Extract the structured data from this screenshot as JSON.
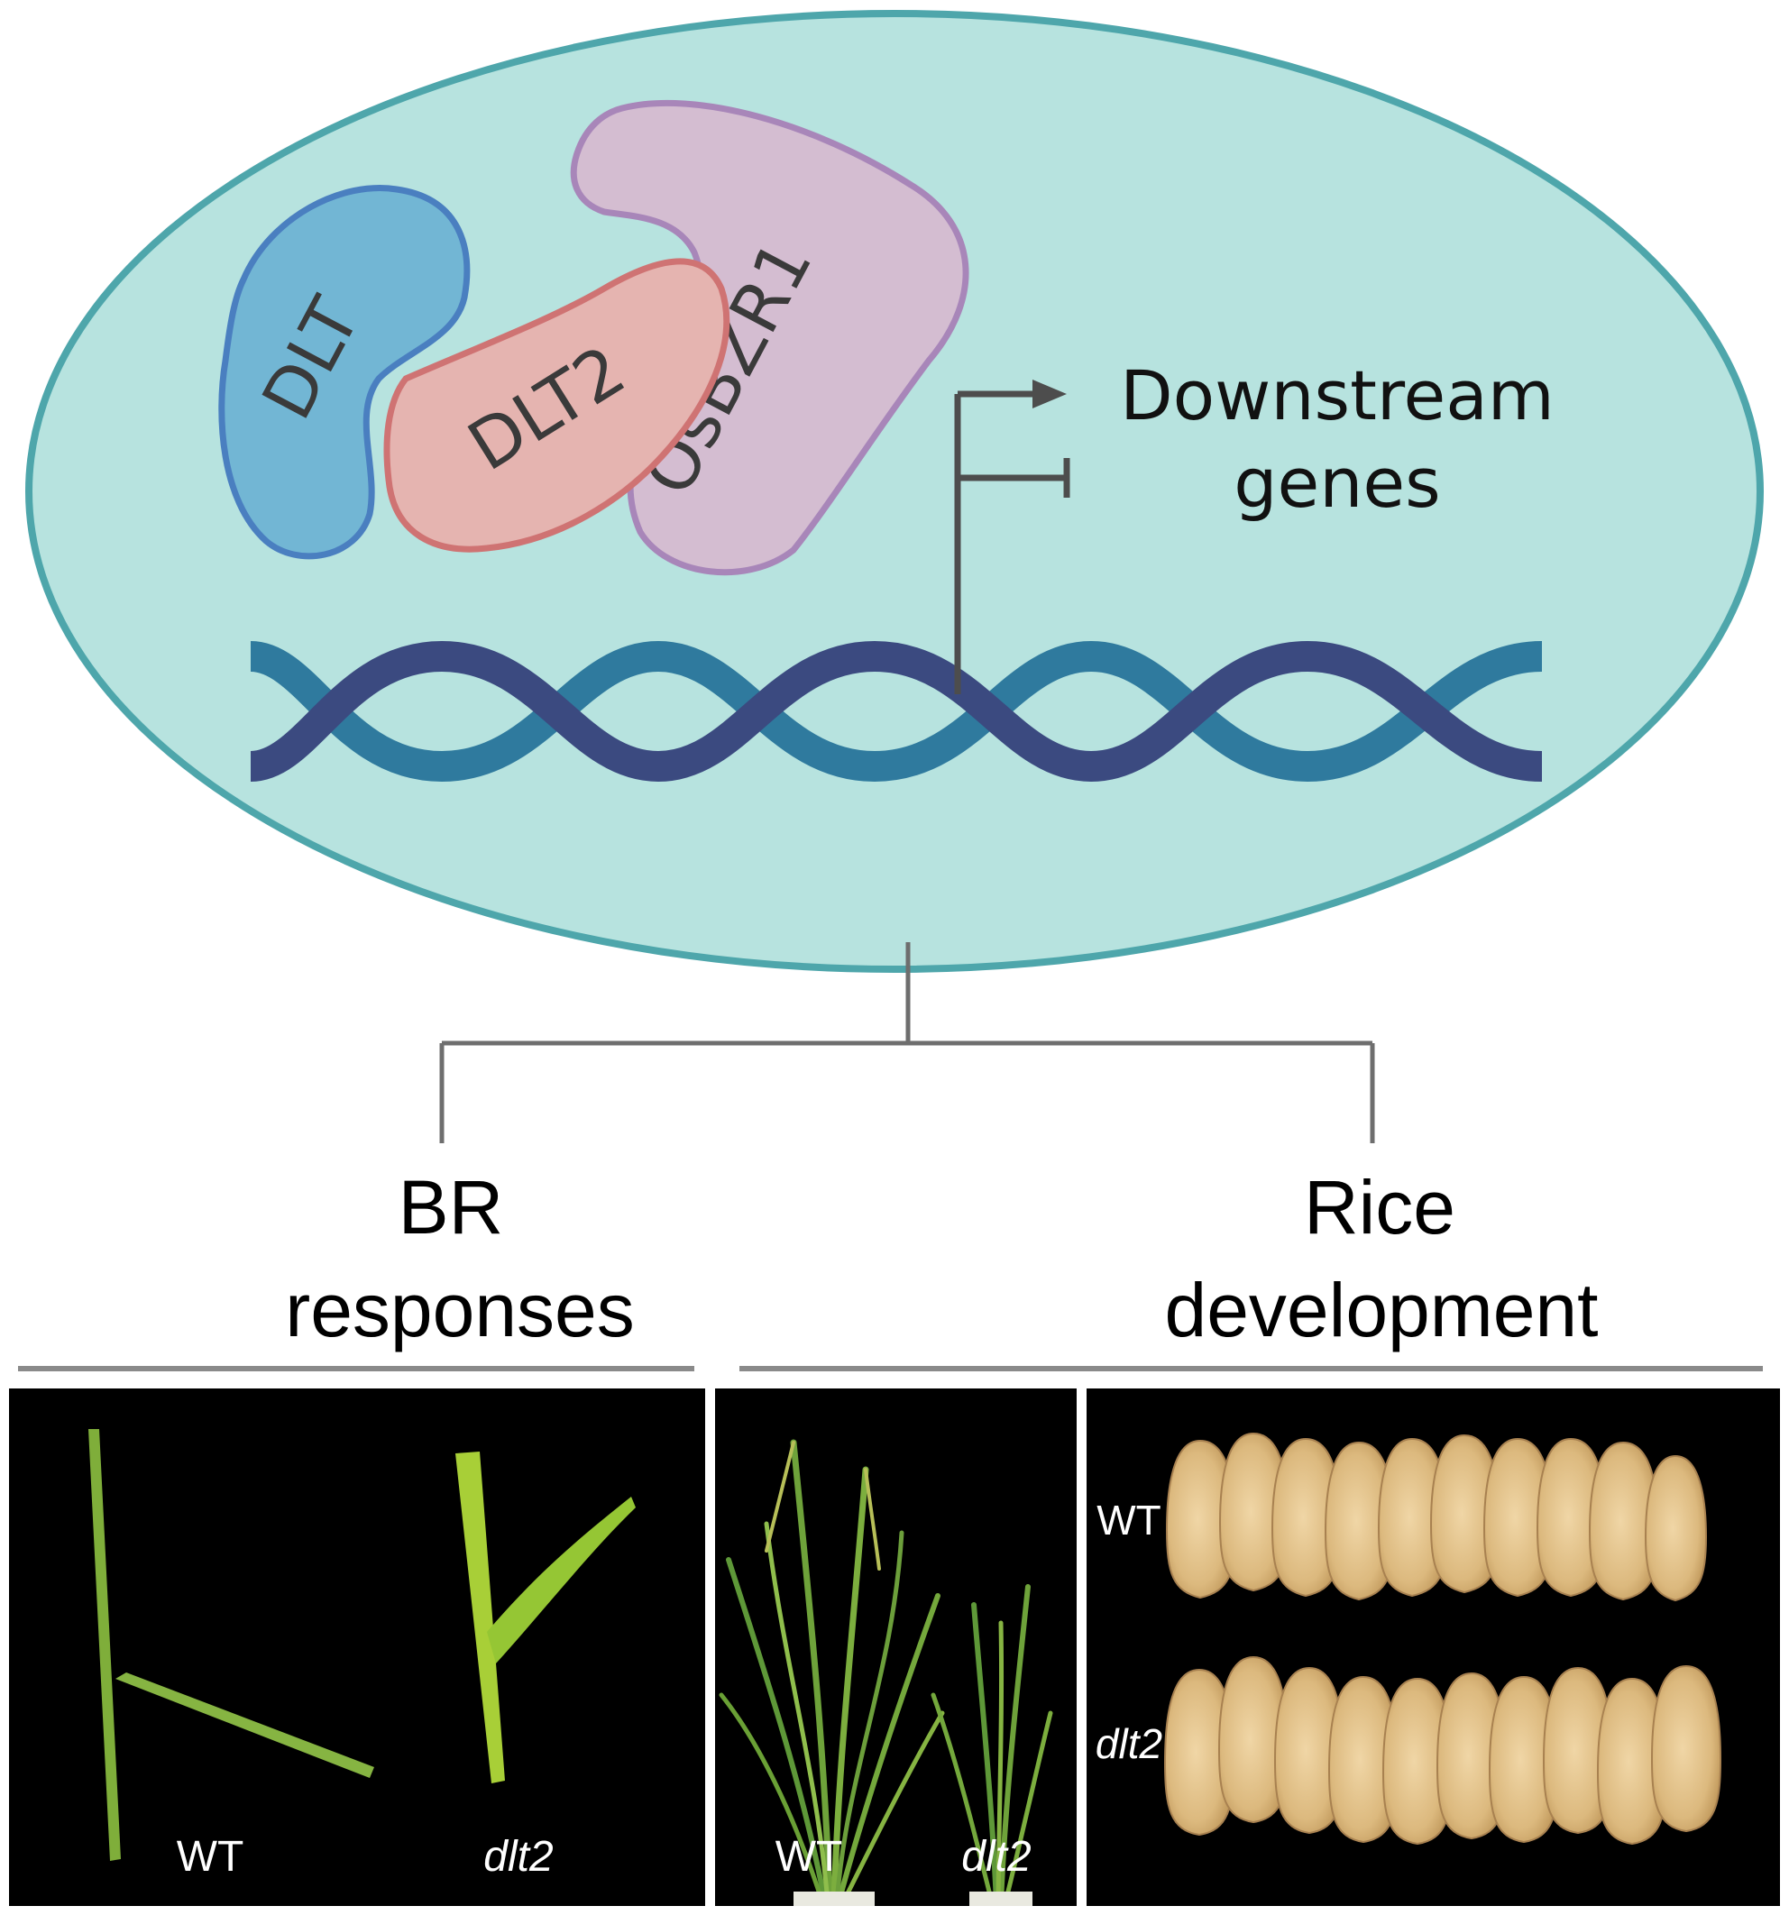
{
  "proteins": {
    "dlt": "DLT",
    "dlt2": "DLT2",
    "osbzr1": "OsBZR1"
  },
  "downstream": {
    "line1": "Downstream",
    "line2": "genes"
  },
  "branches": {
    "br_line1": "BR",
    "br_line2": "responses",
    "rice_line1": "Rice",
    "rice_line2": "development"
  },
  "photos": {
    "leaf_wt": "WT",
    "leaf_mut": "dlt2",
    "plant_wt": "WT",
    "plant_mut": "dlt2",
    "grain_wt": "WT",
    "grain_mut": "dlt2"
  },
  "colors": {
    "nucleus_fill": "#b7e3df",
    "nucleus_stroke": "#4ea6ab",
    "dlt_fill": "#72b6d4",
    "dlt_stroke": "#4a7fc0",
    "dlt2_fill": "#e5b4b0",
    "dlt2_stroke": "#cf7373",
    "osbzr1_fill": "#d4bdd1",
    "osbzr1_stroke": "#a886b9",
    "dna_strand_a": "#2f7a9e",
    "dna_strand_b": "#3b4a80",
    "connector": "#6e6e6e"
  }
}
